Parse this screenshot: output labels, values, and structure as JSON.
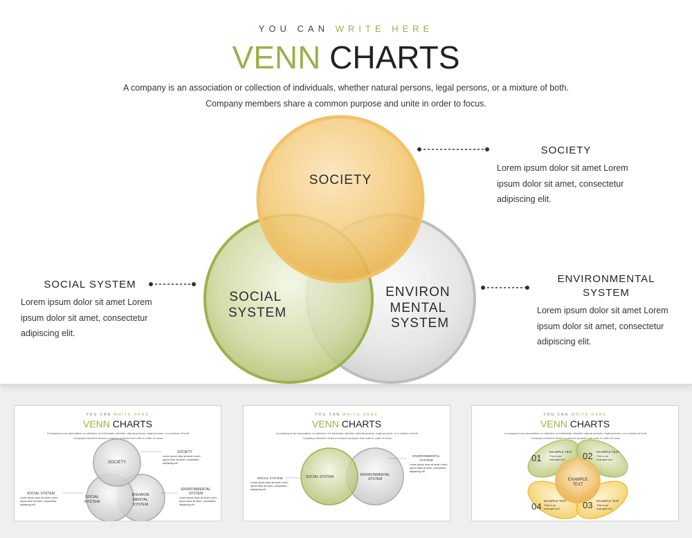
{
  "header": {
    "eyebrow_plain": "YOU CAN",
    "eyebrow_accent": "WRITE HERE",
    "title_accent": "VENN",
    "title_plain": "CHARTS",
    "description": "A company is an association or collection of individuals, whether natural persons, legal persons, or a mixture of both. Company members share a common purpose and unite in order to focus."
  },
  "venn": {
    "society_label": "SOCIETY",
    "social_label": [
      "SOCIAL",
      "SYSTEM"
    ],
    "env_label": [
      "ENVIRON",
      "MENTAL",
      "SYSTEM"
    ]
  },
  "callouts": {
    "society": {
      "title": "SOCIETY",
      "text": "Lorem ipsum dolor sit amet Lorem ipsum dolor sit amet, consectetur adipiscing elit."
    },
    "social": {
      "title": "SOCIAL SYSTEM",
      "text": "Lorem ipsum dolor sit amet Lorem ipsum dolor sit amet, consectetur adipiscing elit."
    },
    "env": {
      "title": [
        "ENVIRONMENTAL",
        "SYSTEM"
      ],
      "text": "Lorem ipsum dolor sit amet Lorem ipsum dolor sit amet, consectetur adipiscing elit."
    }
  },
  "thumb_common": {
    "eyebrow_plain": "YOU CAN",
    "eyebrow_accent": "WRITE HERE",
    "title_accent": "VENN",
    "title_plain": "CHARTS",
    "description": "A company is an association or collection of individuals, whether natural persons, legal persons, or a mixture of both. Company members share a common purpose and unite in order to focus."
  },
  "thumb1": {
    "society": "SOCIETY",
    "social": [
      "SOCIAL",
      "SYSTEM"
    ],
    "env": [
      "ENVIRON",
      "MENTAL",
      "SYSTEM"
    ],
    "society_title": "SOCIETY",
    "social_title": "SOCIAL SYSTEM",
    "env_title": [
      "ENVIRONMENTAL",
      "SYSTEM"
    ],
    "lorem": [
      "Lorem ipsum dolor sit amet Lorem",
      "ipsum dolor sit amet, consectetur",
      "adipiscing elit."
    ]
  },
  "thumb2": {
    "social": "SOCIAL SYSTEM",
    "env": [
      "ENVIRONMENTAL",
      "SYSTEM"
    ],
    "social_title": "SOCIAL SYSTEM",
    "env_title": [
      "ENVIRONMENTAL",
      "SYSTEM"
    ],
    "lorem": [
      "Lorem ipsum dolor sit amet Lorem",
      "ipsum dolor sit amet, consectetur",
      "adipiscing elit."
    ]
  },
  "thumb3": {
    "center": [
      "EXAMPLE",
      "TEXT"
    ],
    "petals": [
      {
        "num": "01",
        "title": "EXAMPLE TEXT",
        "lines": [
          "This is an",
          "example text"
        ]
      },
      {
        "num": "02",
        "title": "EXAMPLE TEXT",
        "lines": [
          "This is an",
          "example text"
        ]
      },
      {
        "num": "03",
        "title": "EXAMPLE TEXT",
        "lines": [
          "This is an",
          "example text"
        ]
      },
      {
        "num": "04",
        "title": "EXAMPLE TEXT",
        "lines": [
          "This is an",
          "example text"
        ]
      }
    ]
  },
  "colors": {
    "accent_green": "#9bb04a",
    "society_orange": "#f0b84e",
    "social_green": "#a9bd5e",
    "env_gray": "#c9c9c9"
  }
}
